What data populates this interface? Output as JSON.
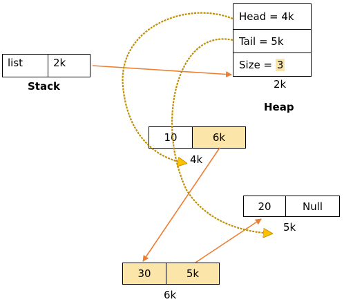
{
  "stack": {
    "var_name": "list",
    "var_value": "2k",
    "label": "Stack"
  },
  "heap": {
    "label": "Heap",
    "list_object": {
      "head_text": "Head = 4k",
      "tail_text": "Tail = 5k",
      "size_prefix": "Size = ",
      "size_value": "3",
      "address": "2k"
    }
  },
  "nodes": [
    {
      "id": "node-4k",
      "value": "10",
      "next": "6k",
      "address": "4k"
    },
    {
      "id": "node-6k",
      "value": "30",
      "next": "5k",
      "address": "6k"
    },
    {
      "id": "node-5k",
      "value": "20",
      "next": "Null",
      "address": "5k"
    }
  ],
  "colors": {
    "highlight": "#fbe5a8",
    "pointer_arrow": "#ed7d31",
    "curved_arrow": "#c09000",
    "arrow_head": "#ffc000"
  }
}
